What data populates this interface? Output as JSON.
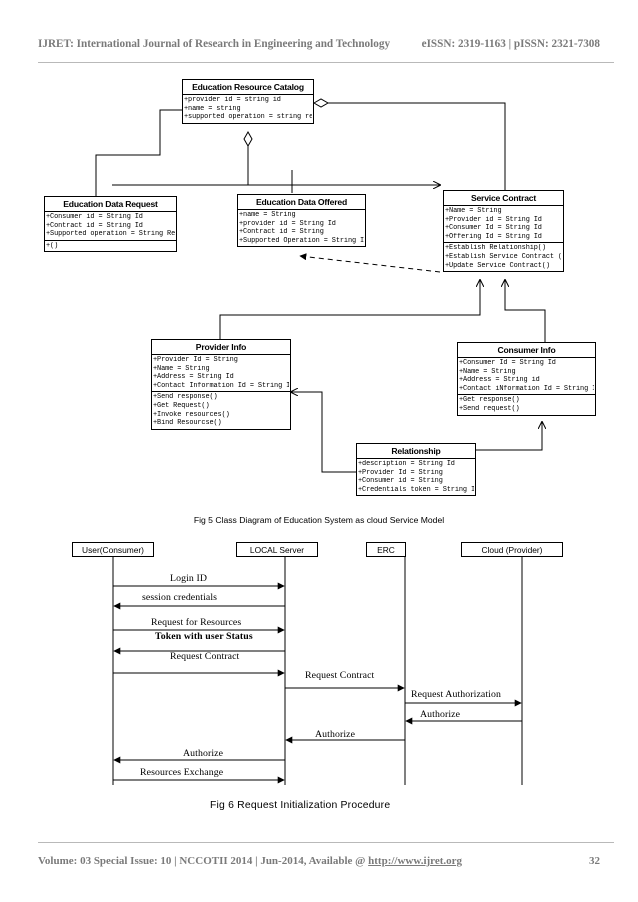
{
  "header": {
    "journal": "IJRET: International Journal of Research in Engineering and Technology",
    "issn": "eISSN: 2319-1163 | pISSN: 2321-7308"
  },
  "fig5": {
    "caption": "Fig 5   Class Diagram of Education System as cloud Service Model",
    "classes": {
      "catalog": {
        "title": "Education Resource Catalog",
        "attributes": [
          "+provider id   = string id",
          "+name = string",
          "+supported operation = string ref"
        ]
      },
      "request": {
        "title": "Education Data Request",
        "attributes": [
          "+Consumer id = String Id",
          "+Contract id = String Id",
          "+Supported operation = String Ref"
        ],
        "operations": [
          "+()"
        ]
      },
      "offered": {
        "title": "Education Data Offered",
        "attributes": [
          "+name = String",
          "+provider id = String Id",
          "+Contract id = String",
          "+Supported Operation = String Id"
        ]
      },
      "contract": {
        "title": "Service Contract",
        "attributes": [
          "+Name = String",
          "+Provider id = String Id",
          "+Consumer Id = String Id",
          "+Offering Id = String Id"
        ],
        "operations": [
          "+Establish Relationship()",
          "+Establish Service Contract ()",
          "+Update Service Contract()"
        ]
      },
      "provider": {
        "title": "Provider Info",
        "attributes": [
          "+Provider Id = String",
          "+Name = String",
          "+Address = String Id",
          "+Contact Information Id = String Id"
        ],
        "operations": [
          "+Send response()",
          "+Get Request()",
          "+Invoke resources()",
          "+Bind Resourcse()"
        ]
      },
      "consumer": {
        "title": "Consumer Info",
        "attributes": [
          "+Consumer Id = String Id",
          "+Name = String",
          "+Address  = String id",
          "+Contact iNformation Id = String Id"
        ],
        "operations": [
          "+Get response()",
          "+Send request()"
        ]
      },
      "relationship": {
        "title": "Relationship",
        "attributes": [
          "+description = String Id",
          "+Provider Id = String",
          "+Consumer id = String",
          "+Credentials token = String Id"
        ]
      }
    }
  },
  "fig6": {
    "caption": "Fig 6  Request Initialization Procedure",
    "lifelines": [
      "User(Consumer)",
      "LOCAL Server",
      "ERC",
      "Cloud (Provider)"
    ],
    "messages": [
      "Login ID",
      "session credentials",
      "Request for Resources",
      "Token with user Status",
      "Request Contract",
      "Request Contract",
      "Request Authorization",
      "Authorize",
      "Authorize",
      "Authorize",
      "Resources Exchange"
    ]
  },
  "footer": {
    "text": "Volume: 03 Special Issue: 10 | NCCOTII 2014 | Jun-2014, Available @ ",
    "link": "http://www.ijret.org",
    "page": "32"
  }
}
